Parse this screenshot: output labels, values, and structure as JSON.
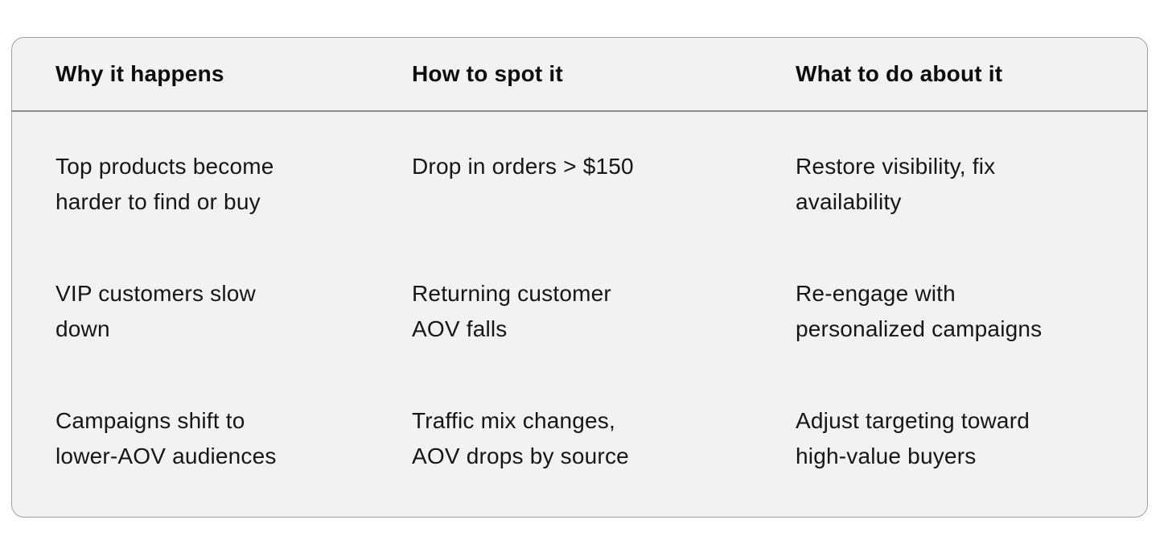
{
  "table": {
    "headers": [
      "Why it happens",
      "How to spot it",
      "What to do about it"
    ],
    "rows": [
      {
        "why": "Top products become\nharder to find or buy",
        "spot": "Drop in orders > $150",
        "action": "Restore visibility, fix\navailability"
      },
      {
        "why": "VIP customers slow\ndown",
        "spot": "Returning customer\nAOV falls",
        "action": "Re-engage with\npersonalized campaigns"
      },
      {
        "why": "Campaigns shift to\nlower-AOV audiences",
        "spot": "Traffic mix changes,\nAOV drops by source",
        "action": "Adjust targeting toward\nhigh-value buyers"
      }
    ]
  },
  "colors": {
    "page_bg": "#ffffff",
    "card_bg": "#f2f2f2",
    "card_border": "#a0a0a0",
    "header_divider": "#8a8a8a",
    "text": "#161616"
  }
}
